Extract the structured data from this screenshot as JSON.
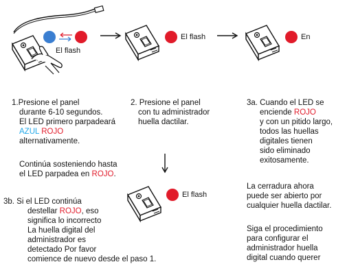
{
  "colors": {
    "red": "#e11b2a",
    "blue": "#3a7ed1",
    "blue_text": "#1da6e8"
  },
  "icons": [
    "fingerprint-lock-device-icon",
    "hand-press-icon",
    "arrow-right-icon",
    "arrow-down-icon",
    "swap-arrows-icon",
    "led-dot-icon"
  ],
  "top_row": {
    "led_labels": [
      "El flash",
      "El flash",
      "En"
    ]
  },
  "step1": {
    "l1": "1.Presione el panel",
    "l2": "durante 6-10 segundos.",
    "l3": "El LED primero parpadeará",
    "l4_blue": "AZUL",
    "l4_red": "ROJO",
    "l5": "alternativamente.",
    "l6": "Continúa sosteniendo hasta",
    "l7_pre": "el LED parpadea en",
    "l7_red": "ROJO",
    "l7_post": "."
  },
  "step2": {
    "l1": "2. Presione el panel",
    "l2": "con tu administrador",
    "l3": "huella dactilar."
  },
  "step3a": {
    "l1": "3a. Cuando el LED se",
    "l2": "enciende",
    "l2_red": "ROJO",
    "l3": "y con un pitido largo,",
    "l4": "todos las huellas",
    "l5": "digitales tienen",
    "l6": "sido eliminado",
    "l7": "exitosamente.",
    "p2_1": "La cerradura ahora",
    "p2_2": "puede ser abierto por",
    "p2_3": "cualquier huella dactilar.",
    "p3_1": "Siga el procedimiento",
    "p3_2": "para configurar el",
    "p3_3": "administrador huella",
    "p3_4": "digital cuando querer"
  },
  "step3b": {
    "led_label": "El flash",
    "l1": "3b. Si el LED continúa",
    "l2_pre": "destellar",
    "l2_red": "ROJO",
    "l2_post": ", eso",
    "l3": "significa lo incorrecto",
    "l4": "La huella digital del",
    "l5": "administrador es",
    "l6": "detectado Por favor",
    "l7": "comience de nuevo desde el paso 1."
  }
}
